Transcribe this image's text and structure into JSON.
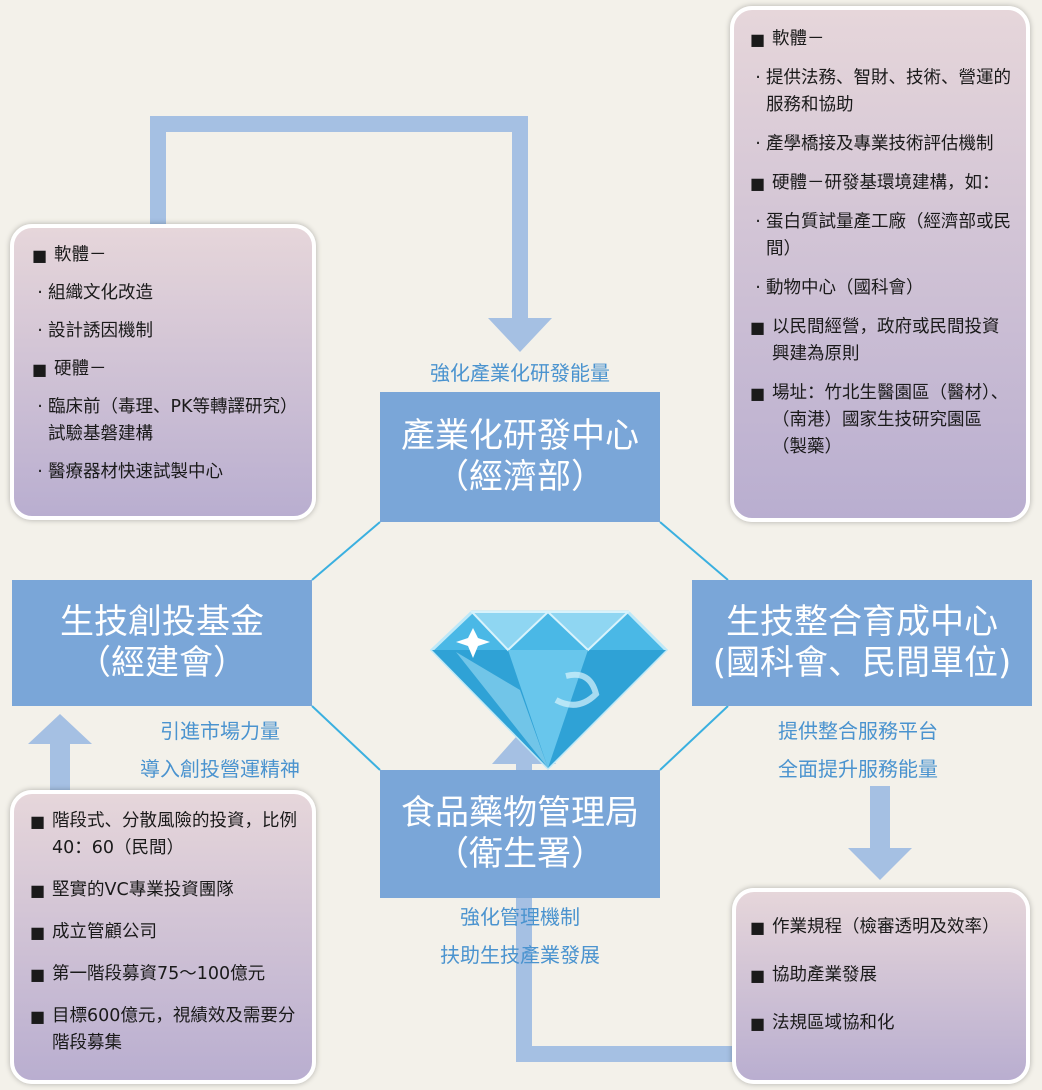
{
  "colors": {
    "background": "#f3f1ea",
    "hub_fill": "#7aa6d8",
    "hub_text": "#ffffff",
    "caption_text": "#4a93cf",
    "arrow": "#a5c0e3",
    "octagon_line": "#3ab0e0",
    "panel_gradient_top": "#e6d6da",
    "panel_gradient_bottom": "#b9aed0"
  },
  "center_icon": "diamond-icon",
  "hubs": {
    "top": {
      "title": "產業化研發中心",
      "subtitle": "（經濟部）"
    },
    "left": {
      "title": "生技創投基金",
      "subtitle": "（經建會）"
    },
    "right": {
      "title": "生技整合育成中心",
      "subtitle": "(國科會、民間單位)"
    },
    "bottom": {
      "title": "食品藥物管理局",
      "subtitle": "（衛生署）"
    }
  },
  "captions": {
    "top": [
      "強化產業化研發能量"
    ],
    "left": [
      "引進市場力量",
      "導入創投營運精神"
    ],
    "right": [
      "提供整合服務平台",
      "全面提升服務能量"
    ],
    "bottom": [
      "強化管理機制",
      "扶助生技產業發展"
    ]
  },
  "panels": {
    "top_left": [
      {
        "bullet": "square",
        "text": "軟體－"
      },
      {
        "bullet": "dot",
        "text": "組織文化改造"
      },
      {
        "bullet": "dot",
        "text": "設計誘因機制"
      },
      {
        "bullet": "square",
        "text": "硬體－"
      },
      {
        "bullet": "dot",
        "text": "臨床前（毒理、PK等轉譯研究）試驗基磐建構"
      },
      {
        "bullet": "dot",
        "text": "醫療器材快速試製中心"
      }
    ],
    "top_right": [
      {
        "bullet": "square",
        "text": "軟體－"
      },
      {
        "bullet": "dot",
        "text": "提供法務、智財、技術、營運的服務和協助"
      },
      {
        "bullet": "dot",
        "text": "產學橋接及專業技術評估機制"
      },
      {
        "bullet": "square",
        "text": "硬體－研發基環境建構，如："
      },
      {
        "bullet": "dot",
        "text": "蛋白質試量產工廠（經濟部或民間）"
      },
      {
        "bullet": "dot",
        "text": "動物中心（國科會）"
      },
      {
        "bullet": "square",
        "text": "以民間經營，政府或民間投資興建為原則"
      },
      {
        "bullet": "square",
        "text": "場址：竹北生醫園區（醫材）、（南港）國家生技研究園區（製藥）"
      }
    ],
    "bottom_left": [
      {
        "bullet": "square",
        "text": "階段式、分散風險的投資，比例 40：60（民間）"
      },
      {
        "bullet": "square",
        "text": "堅實的VC專業投資團隊"
      },
      {
        "bullet": "square",
        "text": "成立管顧公司"
      },
      {
        "bullet": "square",
        "text": "第一階段募資75～100億元"
      },
      {
        "bullet": "square",
        "text": "目標600億元，視績效及需要分階段募集"
      }
    ],
    "bottom_right": [
      {
        "bullet": "square",
        "text": "作業規程（檢審透明及效率）"
      },
      {
        "bullet": "square",
        "text": "協助產業發展"
      },
      {
        "bullet": "square",
        "text": "法規區域協和化"
      }
    ]
  }
}
